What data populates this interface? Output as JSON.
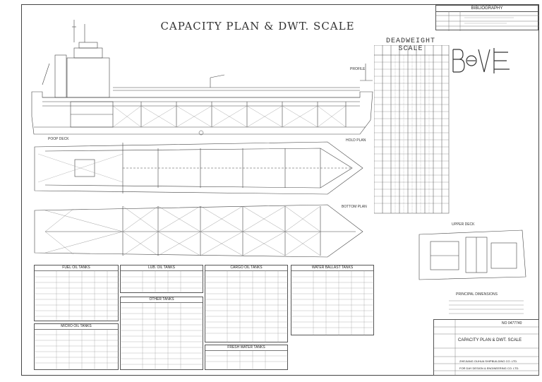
{
  "drawing": {
    "title": "CAPACITY PLAN & DWT. SCALE",
    "bibliography_title": "BIBLIOGRAPHY",
    "deadweight_title": "DEADWEIGHT SCALE",
    "profile_label": "PROFILE",
    "poop_deck_label": "POOP DECK",
    "hold_plan_label": "HOLD PLAN",
    "bottom_plan_label": "BOTTOM PLAN",
    "upper_deck_label": "UPPER DECK",
    "principal_dimensions_label": "PRINCIPAL DIMENSIONS"
  },
  "tables": {
    "fuel_oil": "FUEL OIL TANKS",
    "lube_oil": "LUB. OIL TANKS",
    "cargo_oil": "CARGO OIL TANKS",
    "water_ballast": "WATER BALLAST TANKS",
    "micro_oil": "MICRO OIL TANKS",
    "other": "OTHER TANKS",
    "fresh_water": "FRESH WATER TANKS"
  },
  "title_block": {
    "drawing_no": "NO 0477740",
    "sheet_title": "CAPACITY PLAN & DWT. SCALE",
    "shipyard": "ZHEJIANG OUHUA SHIPBUILDING CO. LTD.",
    "designer": "FOR DAY DESIGN & ENGINEERING CO. LTD."
  },
  "colors": {
    "line": "#444444",
    "background": "#ffffff"
  }
}
